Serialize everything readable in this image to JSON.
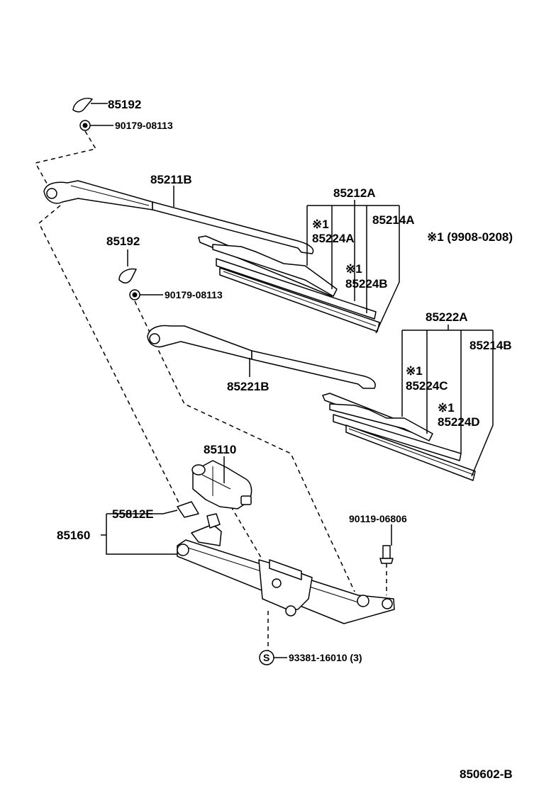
{
  "labels": {
    "cap_upper": "85192",
    "nut_upper": "90179-08113",
    "arm_front": "85211B",
    "blade_front": "85212A",
    "note_1_front": "※1",
    "rubber_front_a": "85224A",
    "refill_front": "85214A",
    "note_def": "※1 (9908-0208)",
    "note_1_front_b": "※1",
    "rubber_front_b": "85224B",
    "cap_lower": "85192",
    "nut_lower": "90179-08113",
    "blade_rear": "85222A",
    "refill_rear": "85214B",
    "arm_rear": "85221B",
    "note_1_rear_c": "※1",
    "rubber_rear_c": "85224C",
    "note_1_rear_d": "※1",
    "rubber_rear_d": "85224D",
    "motor": "85110",
    "bracket": "55812E",
    "link_assy": "85160",
    "bolt": "90119-06806",
    "stud_symbol": "S",
    "stud_bolt": "93381-16010 (3)",
    "diagram_code": "850602-B"
  }
}
